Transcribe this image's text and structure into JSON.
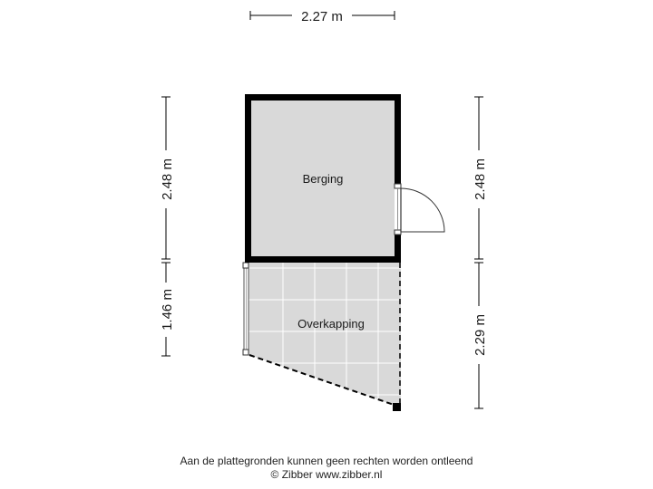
{
  "dimensions": {
    "top_width": "2.27 m",
    "left_upper": "2.48 m",
    "left_lower": "1.46 m",
    "right_upper": "2.48 m",
    "right_lower": "2.29 m"
  },
  "rooms": {
    "berging": "Berging",
    "overkapping": "Overkapping"
  },
  "footer": {
    "disclaimer": "Aan de plattegronden kunnen geen rechten worden ontleend",
    "copyright": "© Zibber www.zibber.nl"
  },
  "colors": {
    "wall": "#000000",
    "floor": "#d9d9d9",
    "grid": "#ffffff"
  }
}
